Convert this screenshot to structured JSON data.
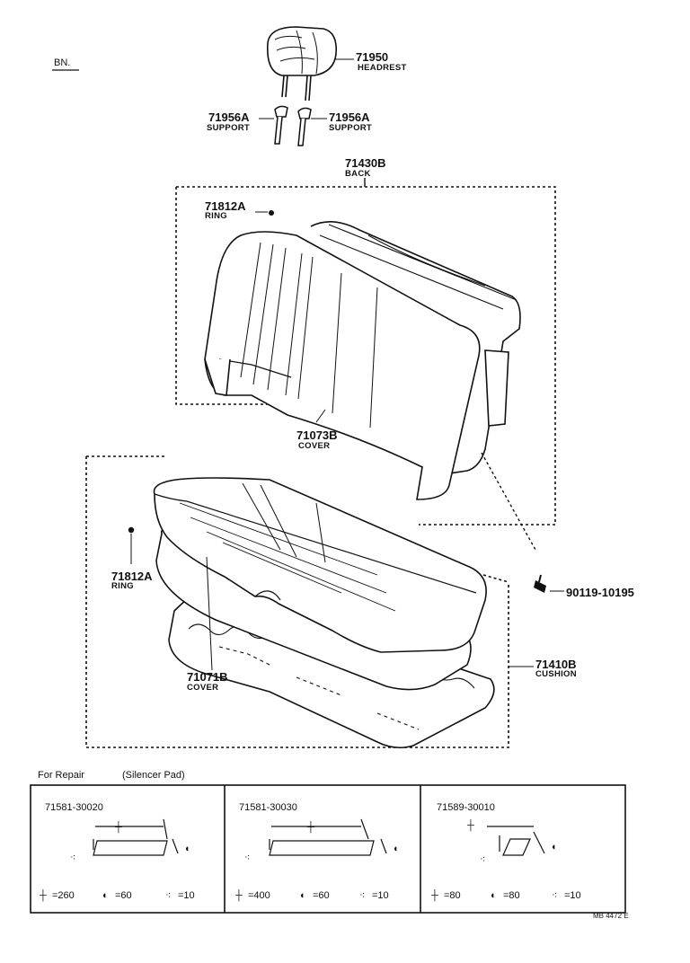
{
  "header": {
    "variant_code": "BN."
  },
  "parts": {
    "headrest": {
      "number": "71950",
      "name": "HEADREST"
    },
    "support_left": {
      "number": "71956A",
      "name": "SUPPORT"
    },
    "support_right": {
      "number": "71956A",
      "name": "SUPPORT"
    },
    "back": {
      "number": "71430B",
      "name": "BACK"
    },
    "ring_upper": {
      "number": "71812A",
      "name": "RING"
    },
    "back_cover": {
      "number": "71073B",
      "name": "COVER"
    },
    "ring_lower": {
      "number": "71812A",
      "name": "RING"
    },
    "bolt": {
      "number": "90119-10195"
    },
    "cushion": {
      "number": "71410B",
      "name": "CUSHION"
    },
    "cushion_cover": {
      "number": "71071B",
      "name": "COVER"
    }
  },
  "repair": {
    "title": "For Repair",
    "subtitle": "(Silencer Pad)",
    "pads": [
      {
        "number": "71581-30020",
        "length": "=260",
        "thickness": "=60",
        "qty": "=10"
      },
      {
        "number": "71581-30030",
        "length": "=400",
        "thickness": "=60",
        "qty": "=10"
      },
      {
        "number": "71589-30010",
        "length": "=80",
        "thickness": "=80",
        "qty": "=10"
      }
    ]
  },
  "footer": {
    "drawing_code": "MB 4472 E"
  }
}
